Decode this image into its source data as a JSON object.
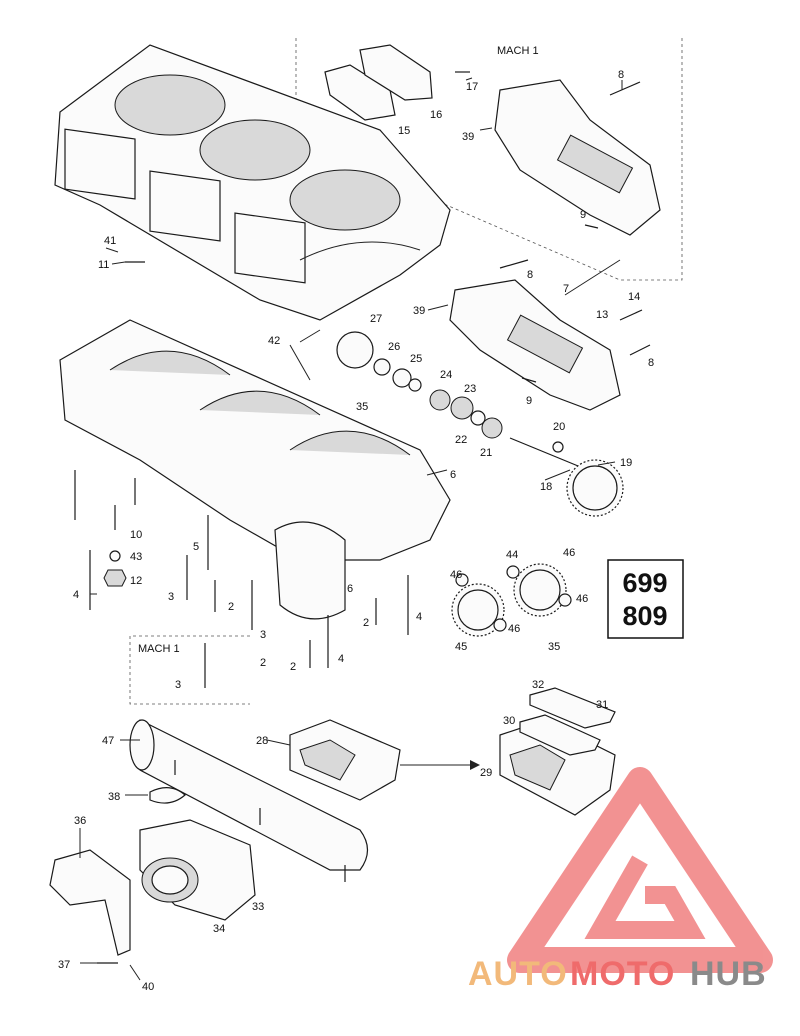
{
  "callouts": [
    {
      "id": "c1",
      "text": "17"
    },
    {
      "id": "c2",
      "text": "16"
    },
    {
      "id": "c3",
      "text": "15"
    },
    {
      "id": "c4",
      "text": "8"
    },
    {
      "id": "c5",
      "text": "39"
    },
    {
      "id": "c6",
      "text": "9"
    },
    {
      "id": "c7",
      "text": "41"
    },
    {
      "id": "c8",
      "text": "11"
    },
    {
      "id": "c9",
      "text": "8"
    },
    {
      "id": "c10",
      "text": "7"
    },
    {
      "id": "c11",
      "text": "14"
    },
    {
      "id": "c12",
      "text": "39"
    },
    {
      "id": "c13",
      "text": "13"
    },
    {
      "id": "c14",
      "text": "8"
    },
    {
      "id": "c15",
      "text": "27"
    },
    {
      "id": "c16",
      "text": "42"
    },
    {
      "id": "c17",
      "text": "26"
    },
    {
      "id": "c18",
      "text": "25"
    },
    {
      "id": "c19",
      "text": "24"
    },
    {
      "id": "c20",
      "text": "23"
    },
    {
      "id": "c21",
      "text": "35"
    },
    {
      "id": "c22",
      "text": "9"
    },
    {
      "id": "c23",
      "text": "20"
    },
    {
      "id": "c24",
      "text": "22"
    },
    {
      "id": "c25",
      "text": "21"
    },
    {
      "id": "c26",
      "text": "19"
    },
    {
      "id": "c27",
      "text": "18"
    },
    {
      "id": "c28",
      "text": "6"
    },
    {
      "id": "c29",
      "text": "10"
    },
    {
      "id": "c30",
      "text": "5"
    },
    {
      "id": "c31",
      "text": "43"
    },
    {
      "id": "c32",
      "text": "12"
    },
    {
      "id": "c33",
      "text": "4"
    },
    {
      "id": "c34",
      "text": "3"
    },
    {
      "id": "c35",
      "text": "2"
    },
    {
      "id": "c36",
      "text": "6"
    },
    {
      "id": "c37",
      "text": "3"
    },
    {
      "id": "c38",
      "text": "46"
    },
    {
      "id": "c39",
      "text": "44"
    },
    {
      "id": "c40",
      "text": "46"
    },
    {
      "id": "c41",
      "text": "46"
    },
    {
      "id": "c42",
      "text": "46"
    },
    {
      "id": "c43",
      "text": "45"
    },
    {
      "id": "c44",
      "text": "35"
    },
    {
      "id": "c45",
      "text": "2"
    },
    {
      "id": "c46",
      "text": "4"
    },
    {
      "id": "c47",
      "text": "2"
    },
    {
      "id": "c48",
      "text": "4"
    },
    {
      "id": "c49",
      "text": "3"
    },
    {
      "id": "c50",
      "text": "32"
    },
    {
      "id": "c51",
      "text": "31"
    },
    {
      "id": "c52",
      "text": "30"
    },
    {
      "id": "c53",
      "text": "28"
    },
    {
      "id": "c54",
      "text": "47"
    },
    {
      "id": "c55",
      "text": "29"
    },
    {
      "id": "c56",
      "text": "38"
    },
    {
      "id": "c57",
      "text": "36"
    },
    {
      "id": "c58",
      "text": "33"
    },
    {
      "id": "c59",
      "text": "34"
    },
    {
      "id": "c60",
      "text": "37"
    },
    {
      "id": "c61",
      "text": "40"
    },
    {
      "id": "c62",
      "text": "2"
    }
  ],
  "mach_labels": {
    "top": "MACH 1",
    "bottom": "MACH 1"
  },
  "model_badge": {
    "line1": "699",
    "line2": "809"
  },
  "watermark": {
    "part1": "AUTO",
    "part2": "MOTO",
    "part3": "HUB"
  },
  "colors": {
    "watermark_orange": "#f2b97a",
    "watermark_red": "#ef6b6b",
    "watermark_gray": "#8a8a8a",
    "logo_triangle": "#f08080"
  }
}
